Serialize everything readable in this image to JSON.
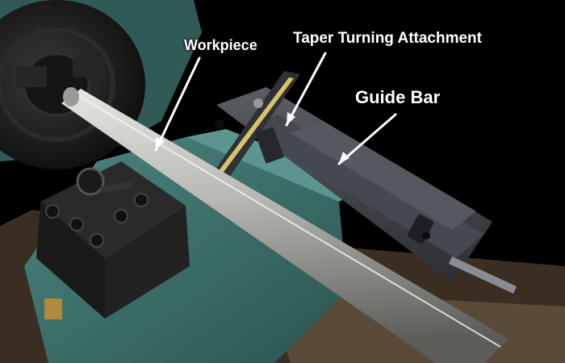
{
  "labels": {
    "workpiece": "Workpiece",
    "taper_attachment": "Taper Turning Attachment",
    "guide_bar": "Guide Bar"
  },
  "colors": {
    "background": "#000000",
    "chuck": "#1b1b1b",
    "headstock": "#2f5a56",
    "carriage": "#3f6e6a",
    "tool_post": "#222222",
    "attachment_steel": "#3a3c40",
    "workpiece_steel": "#b8b8b4",
    "slot_highlight": "#d8c36a",
    "arrow": "#ffffff",
    "label_text": "#ffffff"
  }
}
